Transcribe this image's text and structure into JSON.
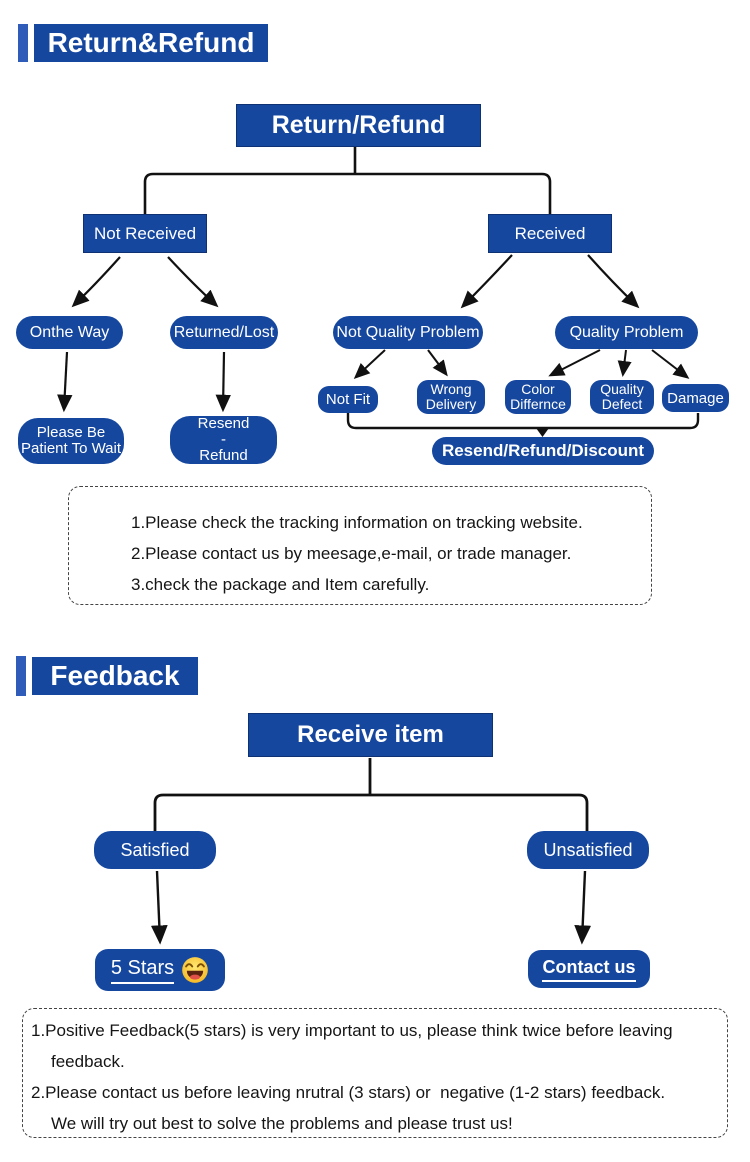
{
  "colors": {
    "box_blue": "#16479f",
    "bar_blue": "#2e5cb8",
    "line_black": "#111111",
    "emoji_yellow": "#f9c21d"
  },
  "section1": {
    "header": "Return&Refund",
    "root": "Return/Refund",
    "not_received": "Not Received",
    "received": "Received",
    "on_the_way": "Onthe Way",
    "returned_lost": "Returned/Lost",
    "not_quality_problem": "Not Quality Problem",
    "quality_problem": "Quality Problem",
    "patient": [
      "Please Be",
      "Patient To Wait"
    ],
    "resend_refund": [
      "Resend",
      "-",
      "Refund"
    ],
    "not_fit": "Not Fit",
    "wrong_delivery": [
      "Wrong",
      "Delivery"
    ],
    "color_difference": [
      "Color",
      "Differnce"
    ],
    "quality_defect": [
      "Quality",
      "Defect"
    ],
    "damage": "Damage",
    "result": "Resend/Refund/Discount",
    "notes": [
      "1.Please check the tracking information on tracking website.",
      "2.Please contact us by meesage,e-mail, or trade manager.",
      "3.check the package and Item carefully."
    ]
  },
  "section2": {
    "header": "Feedback",
    "root": "Receive item",
    "satisfied": "Satisfied",
    "unsatisfied": "Unsatisfied",
    "five_stars": "5 Stars",
    "emoji_name": "laughing-smiley",
    "contact_us": "Contact us",
    "notes": [
      "1.Positive Feedback(5 stars) is very important to us, please think twice before leaving",
      "feedback.",
      "2.Please contact us before leaving nrutral (3 stars) or  negative (1-2 stars) feedback.",
      "We will try out best to solve the problems and please trust us!"
    ]
  }
}
